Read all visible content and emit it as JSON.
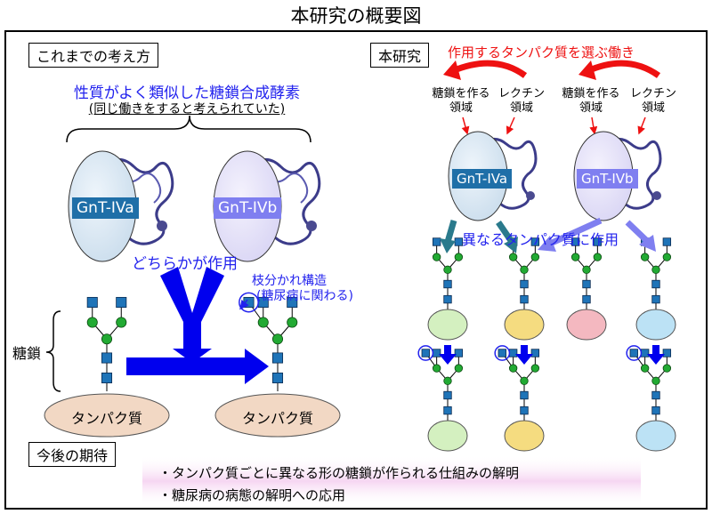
{
  "title": "本研究の概要図",
  "left": {
    "header": "これまでの考え方",
    "enzymes_title": "性質がよく類似した糖鎖合成酵素",
    "enzymes_note": "(同じ働きをすると考えられていた)",
    "gnt_a": "GnT-IVa",
    "gnt_b": "GnT-IVb",
    "either": "どちらかが作用",
    "branch_line1": "枝分かれ構造",
    "branch_line2": "(糖尿病に関わる)",
    "sugar_chain": "糖鎖",
    "protein": "タンパク質"
  },
  "right": {
    "header": "本研究",
    "selection": "作用するタンパク質を選ぶ働き",
    "domain_sugar_1": "糖鎖を作る",
    "domain_sugar_2": "領域",
    "domain_lectin_1": "レクチン",
    "domain_lectin_2": "領域",
    "gnt_a": "GnT-IVa",
    "gnt_b": "GnT-IVb",
    "different": "異なるタンパク質に作用"
  },
  "expectations": {
    "header": "今後の期待",
    "items": [
      "・タンパク質ごとに異なる形の糖鎖が作られる仕組みの解明",
      "・糖尿病の病態の解明への応用"
    ]
  },
  "colors": {
    "blue_text": "#2222ee",
    "red_text": "#ee1111",
    "gnt_a": "#1f6fa8",
    "gnt_b": "#7f7ff0",
    "protein_peach": "#f2d8c4",
    "protein_green": "#d4f0c0",
    "protein_yellow": "#f5dc80",
    "protein_pink": "#f4b8c0",
    "protein_cyan": "#bce2f5"
  }
}
